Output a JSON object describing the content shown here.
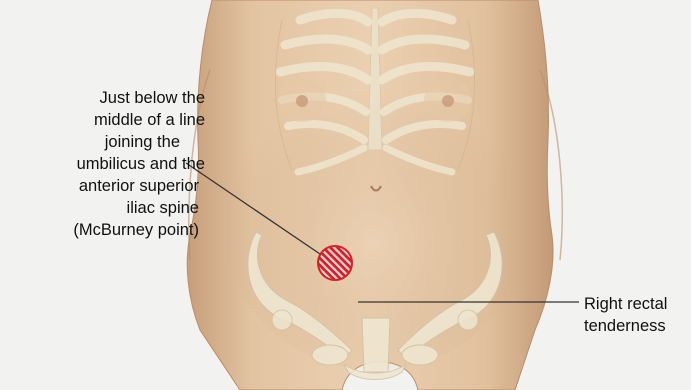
{
  "annotations": {
    "mcburney_label": {
      "lines": [
        "Just below the",
        "middle of a line",
        "joining the",
        "umbilicus and the",
        "anterior superior",
        "iliac spine",
        "(McBurney point)"
      ]
    },
    "rectal_label": {
      "lines": [
        "Right rectal",
        "tenderness"
      ]
    }
  },
  "colors": {
    "background": "#f2f2f1",
    "skin": "#e0c09c",
    "skin_shadow": "#c9a27d",
    "bone": "#efe7d2",
    "marker_red": "#d71f26",
    "leader_line": "#333333"
  }
}
